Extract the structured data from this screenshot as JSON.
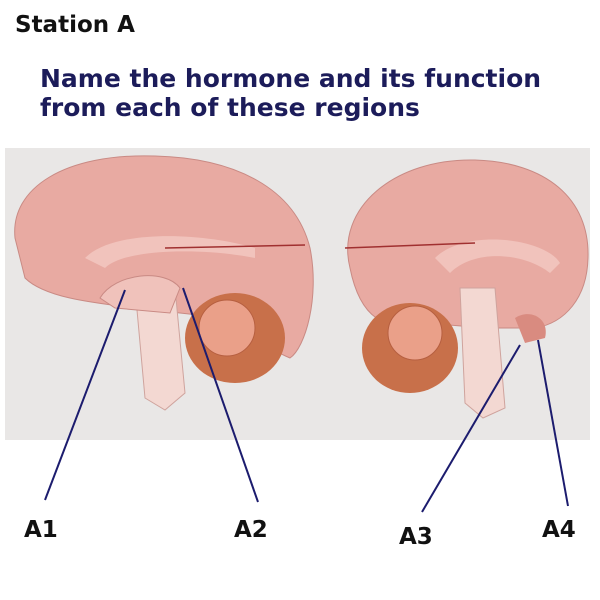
{
  "header": {
    "station": "Station A"
  },
  "instruction": {
    "line1": "Name the hormone and its function",
    "line2": "from each of these regions"
  },
  "labels": [
    "A1",
    "A2",
    "A3",
    "A4"
  ],
  "colors": {
    "instruction": "#1c1c5a",
    "pointer": "#1c1c6e",
    "brain": "#e8a9a0"
  }
}
